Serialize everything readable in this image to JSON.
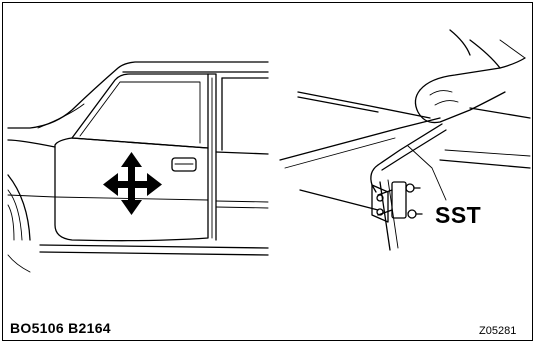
{
  "labels": {
    "sst": "SST",
    "bottom_left_codes": "BO5106  B2164",
    "bottom_right_code": "Z05281"
  },
  "icons": [
    "move-arrows-icon"
  ],
  "colors": {
    "ink": "#000000",
    "paper": "#ffffff"
  }
}
